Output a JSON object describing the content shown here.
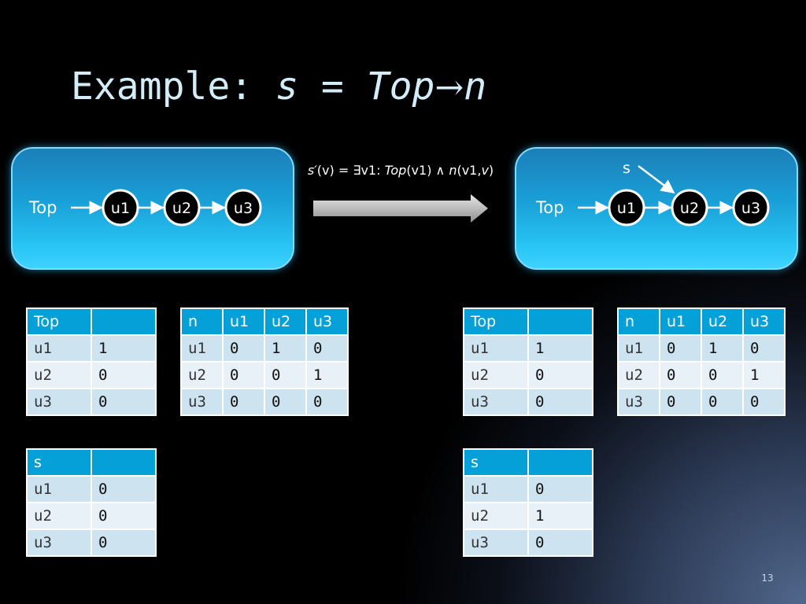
{
  "slide": {
    "title_prefix": "Example: ",
    "title_s": "s",
    "title_eq": " = ",
    "title_top": "Top",
    "title_arrow": "→",
    "title_n": "n",
    "page_number": "13"
  },
  "formula": {
    "lhs": "s′",
    "arg": "(v)",
    "eq": " = ∃v1: ",
    "top": "Top",
    "mid": "(v1) ∧ ",
    "n": "n",
    "tail": "(v1,",
    "v": "v",
    "close": ")"
  },
  "diagram_before": {
    "top_label": "Top",
    "nodes": [
      "u1",
      "u2",
      "u3"
    ]
  },
  "diagram_after": {
    "top_label": "Top",
    "s_label": "s",
    "nodes": [
      "u1",
      "u2",
      "u3"
    ]
  },
  "tables": {
    "top_before": {
      "header": [
        "Top",
        ""
      ],
      "rows": [
        [
          "u1",
          "1"
        ],
        [
          "u2",
          "0"
        ],
        [
          "u3",
          "0"
        ]
      ]
    },
    "n_before": {
      "header": [
        "n",
        "u1",
        "u2",
        "u3"
      ],
      "rows": [
        [
          "u1",
          "0",
          "1",
          "0"
        ],
        [
          "u2",
          "0",
          "0",
          "1"
        ],
        [
          "u3",
          "0",
          "0",
          "0"
        ]
      ]
    },
    "s_before": {
      "header": [
        "s",
        ""
      ],
      "rows": [
        [
          "u1",
          "0"
        ],
        [
          "u2",
          "0"
        ],
        [
          "u3",
          "0"
        ]
      ]
    },
    "top_after": {
      "header": [
        "Top",
        ""
      ],
      "rows": [
        [
          "u1",
          "1"
        ],
        [
          "u2",
          "0"
        ],
        [
          "u3",
          "0"
        ]
      ]
    },
    "n_after": {
      "header": [
        "n",
        "u1",
        "u2",
        "u3"
      ],
      "rows": [
        [
          "u1",
          "0",
          "1",
          "0"
        ],
        [
          "u2",
          "0",
          "0",
          "1"
        ],
        [
          "u3",
          "0",
          "0",
          "0"
        ]
      ]
    },
    "s_after": {
      "header": [
        "s",
        ""
      ],
      "rows": [
        [
          "u1",
          "0"
        ],
        [
          "u2",
          "1"
        ],
        [
          "u3",
          "0"
        ]
      ]
    }
  },
  "colors": {
    "table_header": "#06a0d8",
    "table_row_odd": "#cde4f0",
    "table_row_even": "#e8f1f7",
    "panel_blue": "#1aa0d8",
    "title_text": "#d2ecf8"
  }
}
